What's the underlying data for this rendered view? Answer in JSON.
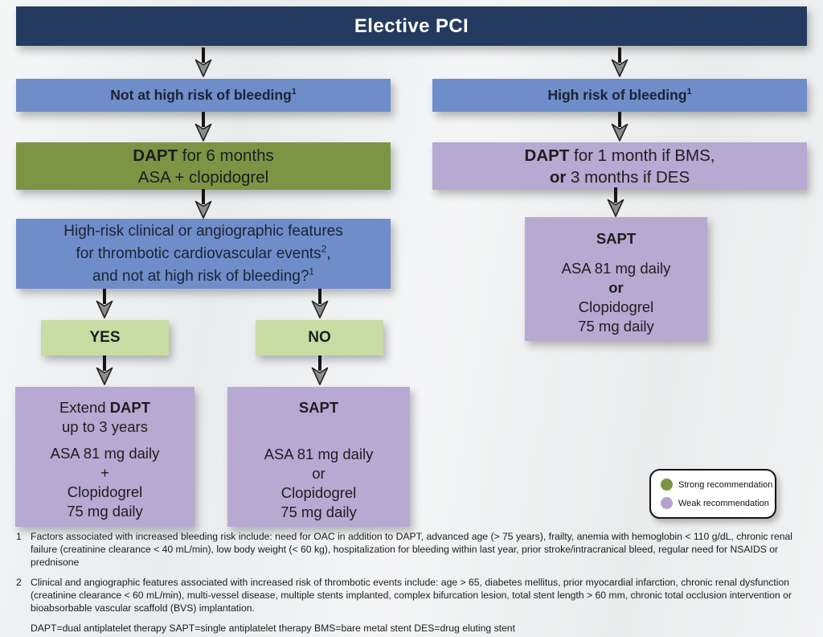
{
  "header": {
    "title": "Elective PCI"
  },
  "colors": {
    "header_bg": "#243a60",
    "branch_bg": "#6f8dc9",
    "strong_bg": "#7d9444",
    "weak_bg": "#b7a9d1",
    "decision_bg": "#c9dca4",
    "legend_strong_dot": "#7d9444",
    "legend_weak_dot": "#b3a3ce"
  },
  "left_branch": {
    "risk_box": {
      "text": "Not at high risk of bleeding",
      "sup": "1"
    },
    "dapt_box": {
      "bold": "DAPT",
      "rest": " for 6 months",
      "line2": "ASA + clopidogrel"
    },
    "question_box": {
      "line1": "High-risk clinical or angiographic features",
      "line2": "for thrombotic cardiovascular events",
      "line2_sup": "2",
      "line2_tail": ",",
      "line3": "and not at high risk of bleeding?",
      "line3_sup": "1"
    },
    "yes_label": "YES",
    "no_label": "NO",
    "extend_box": {
      "line1_pre": "Extend ",
      "line1_bold": "DAPT",
      "line2": "up to 3 years",
      "line3": "ASA 81 mg daily",
      "line4": "+",
      "line5": "Clopidogrel",
      "line6": "75 mg daily"
    },
    "sapt_box": {
      "title": "SAPT",
      "line1": "ASA 81 mg daily",
      "line2": "or",
      "line3": "Clopidogrel",
      "line4": "75 mg daily"
    }
  },
  "right_branch": {
    "risk_box": {
      "text": "High risk of bleeding",
      "sup": "1"
    },
    "dapt_box": {
      "bold1": "DAPT",
      "rest1": " for 1 month if BMS,",
      "bold2": "or",
      "rest2": " 3 months if DES"
    },
    "sapt_box": {
      "title": "SAPT",
      "line1": "ASA 81 mg daily",
      "line2": "or",
      "line3": "Clopidogrel",
      "line4": "75 mg daily"
    }
  },
  "legend": {
    "items": [
      {
        "label": "Strong recommendation",
        "color": "#7d9444"
      },
      {
        "label": "Weak recommendation",
        "color": "#b3a3ce"
      }
    ]
  },
  "footnotes": [
    {
      "num": "1",
      "text": "Factors associated with increased bleeding risk include: need for OAC in addition to DAPT, advanced age (> 75 years), frailty, anemia with hemoglobin < 110 g/dL, chronic renal failure (creatinine clearance < 40 mL/min), low body weight (< 60 kg), hospitalization for bleeding within last year, prior stroke/intracranical bleed, regular need for NSAIDS or prednisone"
    },
    {
      "num": "2",
      "text": "Clinical and angiographic features associated with increased risk of thrombotic events include: age > 65, diabetes mellitus, prior myocardial infarction, chronic renal dysfunction (creatinine clearance < 60 mL/min), multi-vessel disease, multiple stents implanted, complex bifurcation lesion, total stent length > 60 mm, chronic total occlusion intervention or bioabsorbable vascular scaffold (BVS) implantation."
    }
  ],
  "abbreviations": "DAPT=dual antiplatelet therapy SAPT=single antiplatelet therapy BMS=bare metal stent DES=drug eluting stent"
}
